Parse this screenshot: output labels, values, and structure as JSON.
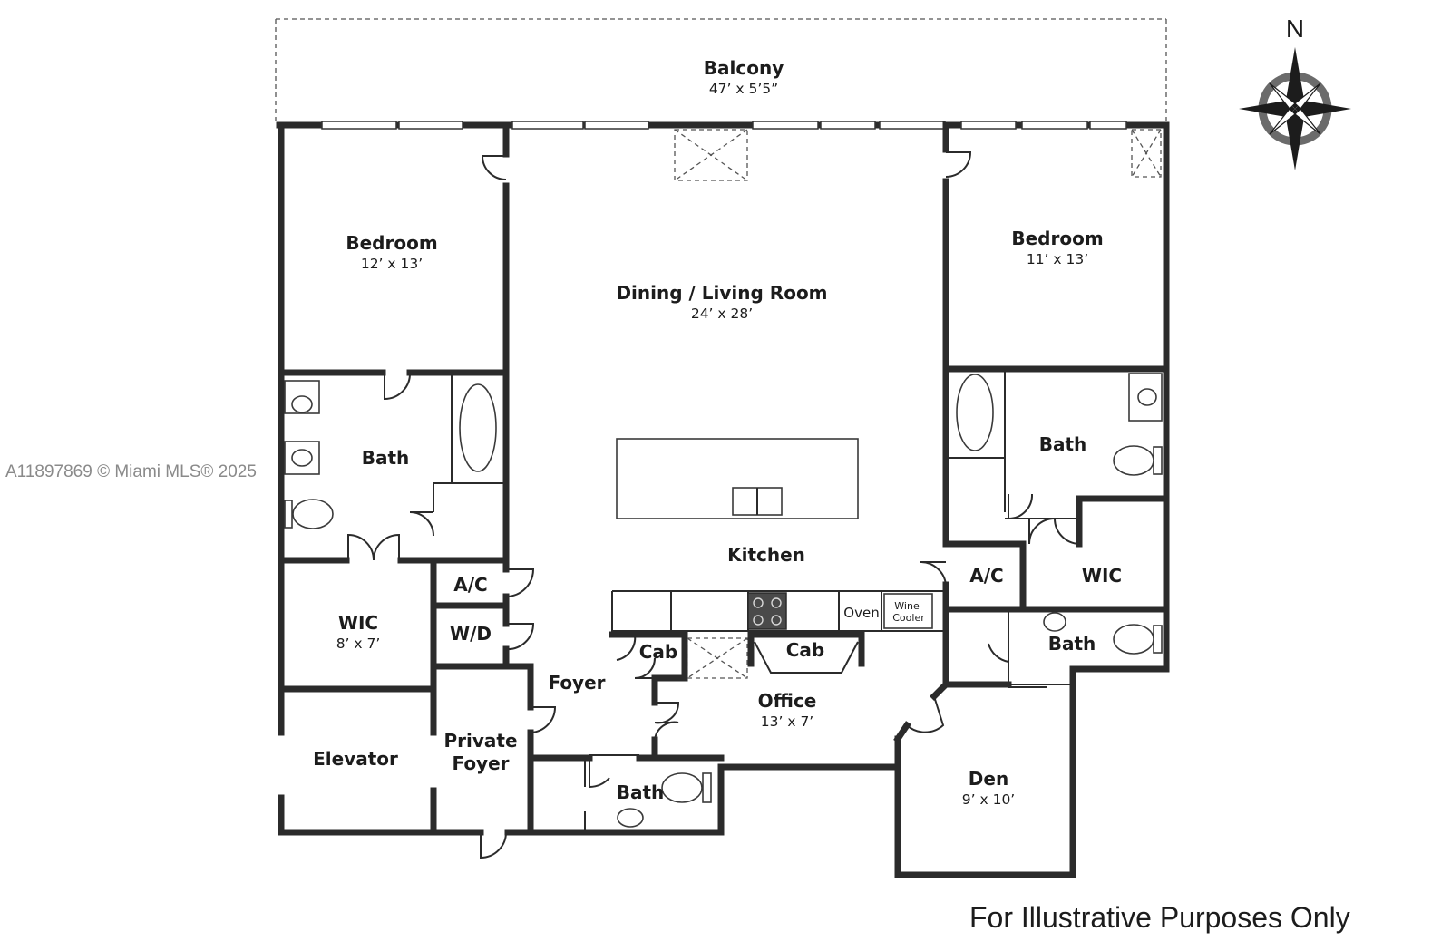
{
  "compass": {
    "label": "N"
  },
  "rooms": {
    "balcony": {
      "name": "Balcony",
      "dims": "47’ x 5’5”"
    },
    "bedroom_west": {
      "name": "Bedroom",
      "dims": "12’ x 13’"
    },
    "living": {
      "name": "Dining / Living Room",
      "dims": "24’ x 28’"
    },
    "bedroom_east": {
      "name": "Bedroom",
      "dims": "11’ x 13’"
    },
    "bath_west": {
      "name": "Bath"
    },
    "bath_east": {
      "name": "Bath"
    },
    "kitchen": {
      "name": "Kitchen"
    },
    "ac_west": {
      "name": "A/C"
    },
    "ac_east": {
      "name": "A/C"
    },
    "wd": {
      "name": "W/D"
    },
    "wic_west": {
      "name": "WIC",
      "dims": "8’ x 7’"
    },
    "wic_east": {
      "name": "WIC"
    },
    "bath_east_small": {
      "name": "Bath"
    },
    "cab_left": {
      "name": "Cab"
    },
    "cab_right": {
      "name": "Cab"
    },
    "foyer": {
      "name": "Foyer"
    },
    "office": {
      "name": "Office",
      "dims": "13’ x 7’"
    },
    "elevator": {
      "name": "Elevator"
    },
    "private_foyer": {
      "name_line1": "Private",
      "name_line2": "Foyer"
    },
    "bath_south": {
      "name": "Bath"
    },
    "den": {
      "name": "Den",
      "dims": "9’ x 10’"
    }
  },
  "appliances": {
    "oven": "Oven",
    "wine_cooler_line1": "Wine",
    "wine_cooler_line2": "Cooler"
  },
  "watermark": "A11897869 © Miami MLS® 2025",
  "disclaimer": "For Illustrative Purposes Only"
}
